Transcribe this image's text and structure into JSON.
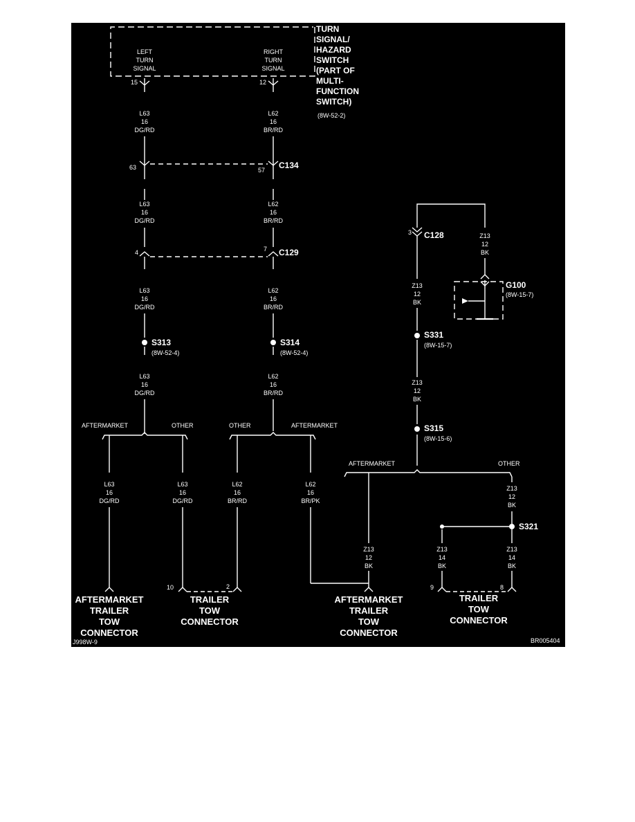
{
  "switch": {
    "title": "TURN\nSIGNAL/\nHAZARD\nSWITCH\n(PART OF\nMULTI-\nFUNCTION\nSWITCH)",
    "ref": "(8W-52-2)",
    "left_label": "LEFT\nTURN\nSIGNAL",
    "right_label": "RIGHT\nTURN\nSIGNAL",
    "left_pin": "15",
    "right_pin": "12"
  },
  "wires": {
    "l63_dgrd": "L63\n16\nDG/RD",
    "l62_brrd": "L62\n16\nBR/RD",
    "l62_brpk": "L62\n16\nBR/PK",
    "z13_12_bk": "Z13\n12\nBK",
    "z13_14_bk": "Z13\n14\nBK"
  },
  "connectors": {
    "c134": {
      "name": "C134",
      "left_pin": "63",
      "right_pin": "57"
    },
    "c129": {
      "name": "C129",
      "left_pin": "4",
      "right_pin": "7"
    },
    "c128": {
      "name": "C128",
      "pin": "3"
    }
  },
  "splices": {
    "s313": {
      "name": "S313",
      "ref": "(8W-52-4)"
    },
    "s314": {
      "name": "S314",
      "ref": "(8W-52-4)"
    },
    "s331": {
      "name": "S331",
      "ref": "(8W-15-7)"
    },
    "s315": {
      "name": "S315",
      "ref": "(8W-15-6)"
    },
    "s321": {
      "name": "S321"
    }
  },
  "ground": {
    "name": "G100",
    "ref": "(8W-15-7)"
  },
  "branches": {
    "aftermarket": "AFTERMARKET",
    "other": "OTHER"
  },
  "end_connectors": {
    "aftermarket_trailer_tow": "AFTERMARKET\nTRAILER\nTOW\nCONNECTOR",
    "trailer_tow": "TRAILER\nTOW\nCONNECTOR",
    "pin_10": "10",
    "pin_2": "2",
    "pin_9": "9",
    "pin_8": "8"
  },
  "footer": {
    "left_code": "J998W-9",
    "right_code": "BR005404"
  }
}
